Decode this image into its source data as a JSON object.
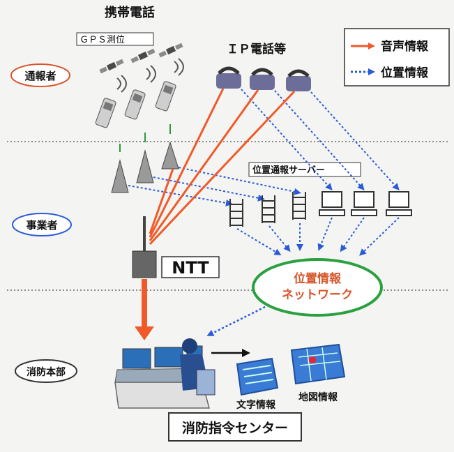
{
  "header": {
    "mobile_phone_label": "携帯電話",
    "gps_label": "ＧＰＳ測位",
    "ip_phone_label": "ＩＰ電話等"
  },
  "legend": {
    "voice_label": "音声情報",
    "location_label": "位置情報",
    "voice_color": "#f05a28",
    "location_color": "#2a5bd7"
  },
  "roles": {
    "caller": "通報者",
    "operator": "事業者",
    "fire_hq": "消防本部"
  },
  "server_label": "位置通報サーバー",
  "ntt_label": "NTT",
  "network": {
    "line1": "位置情報",
    "line2": "ネットワーク"
  },
  "outputs": {
    "text_info": "文字情報",
    "map_info": "地図情報"
  },
  "center_title": "消防指令センター"
}
